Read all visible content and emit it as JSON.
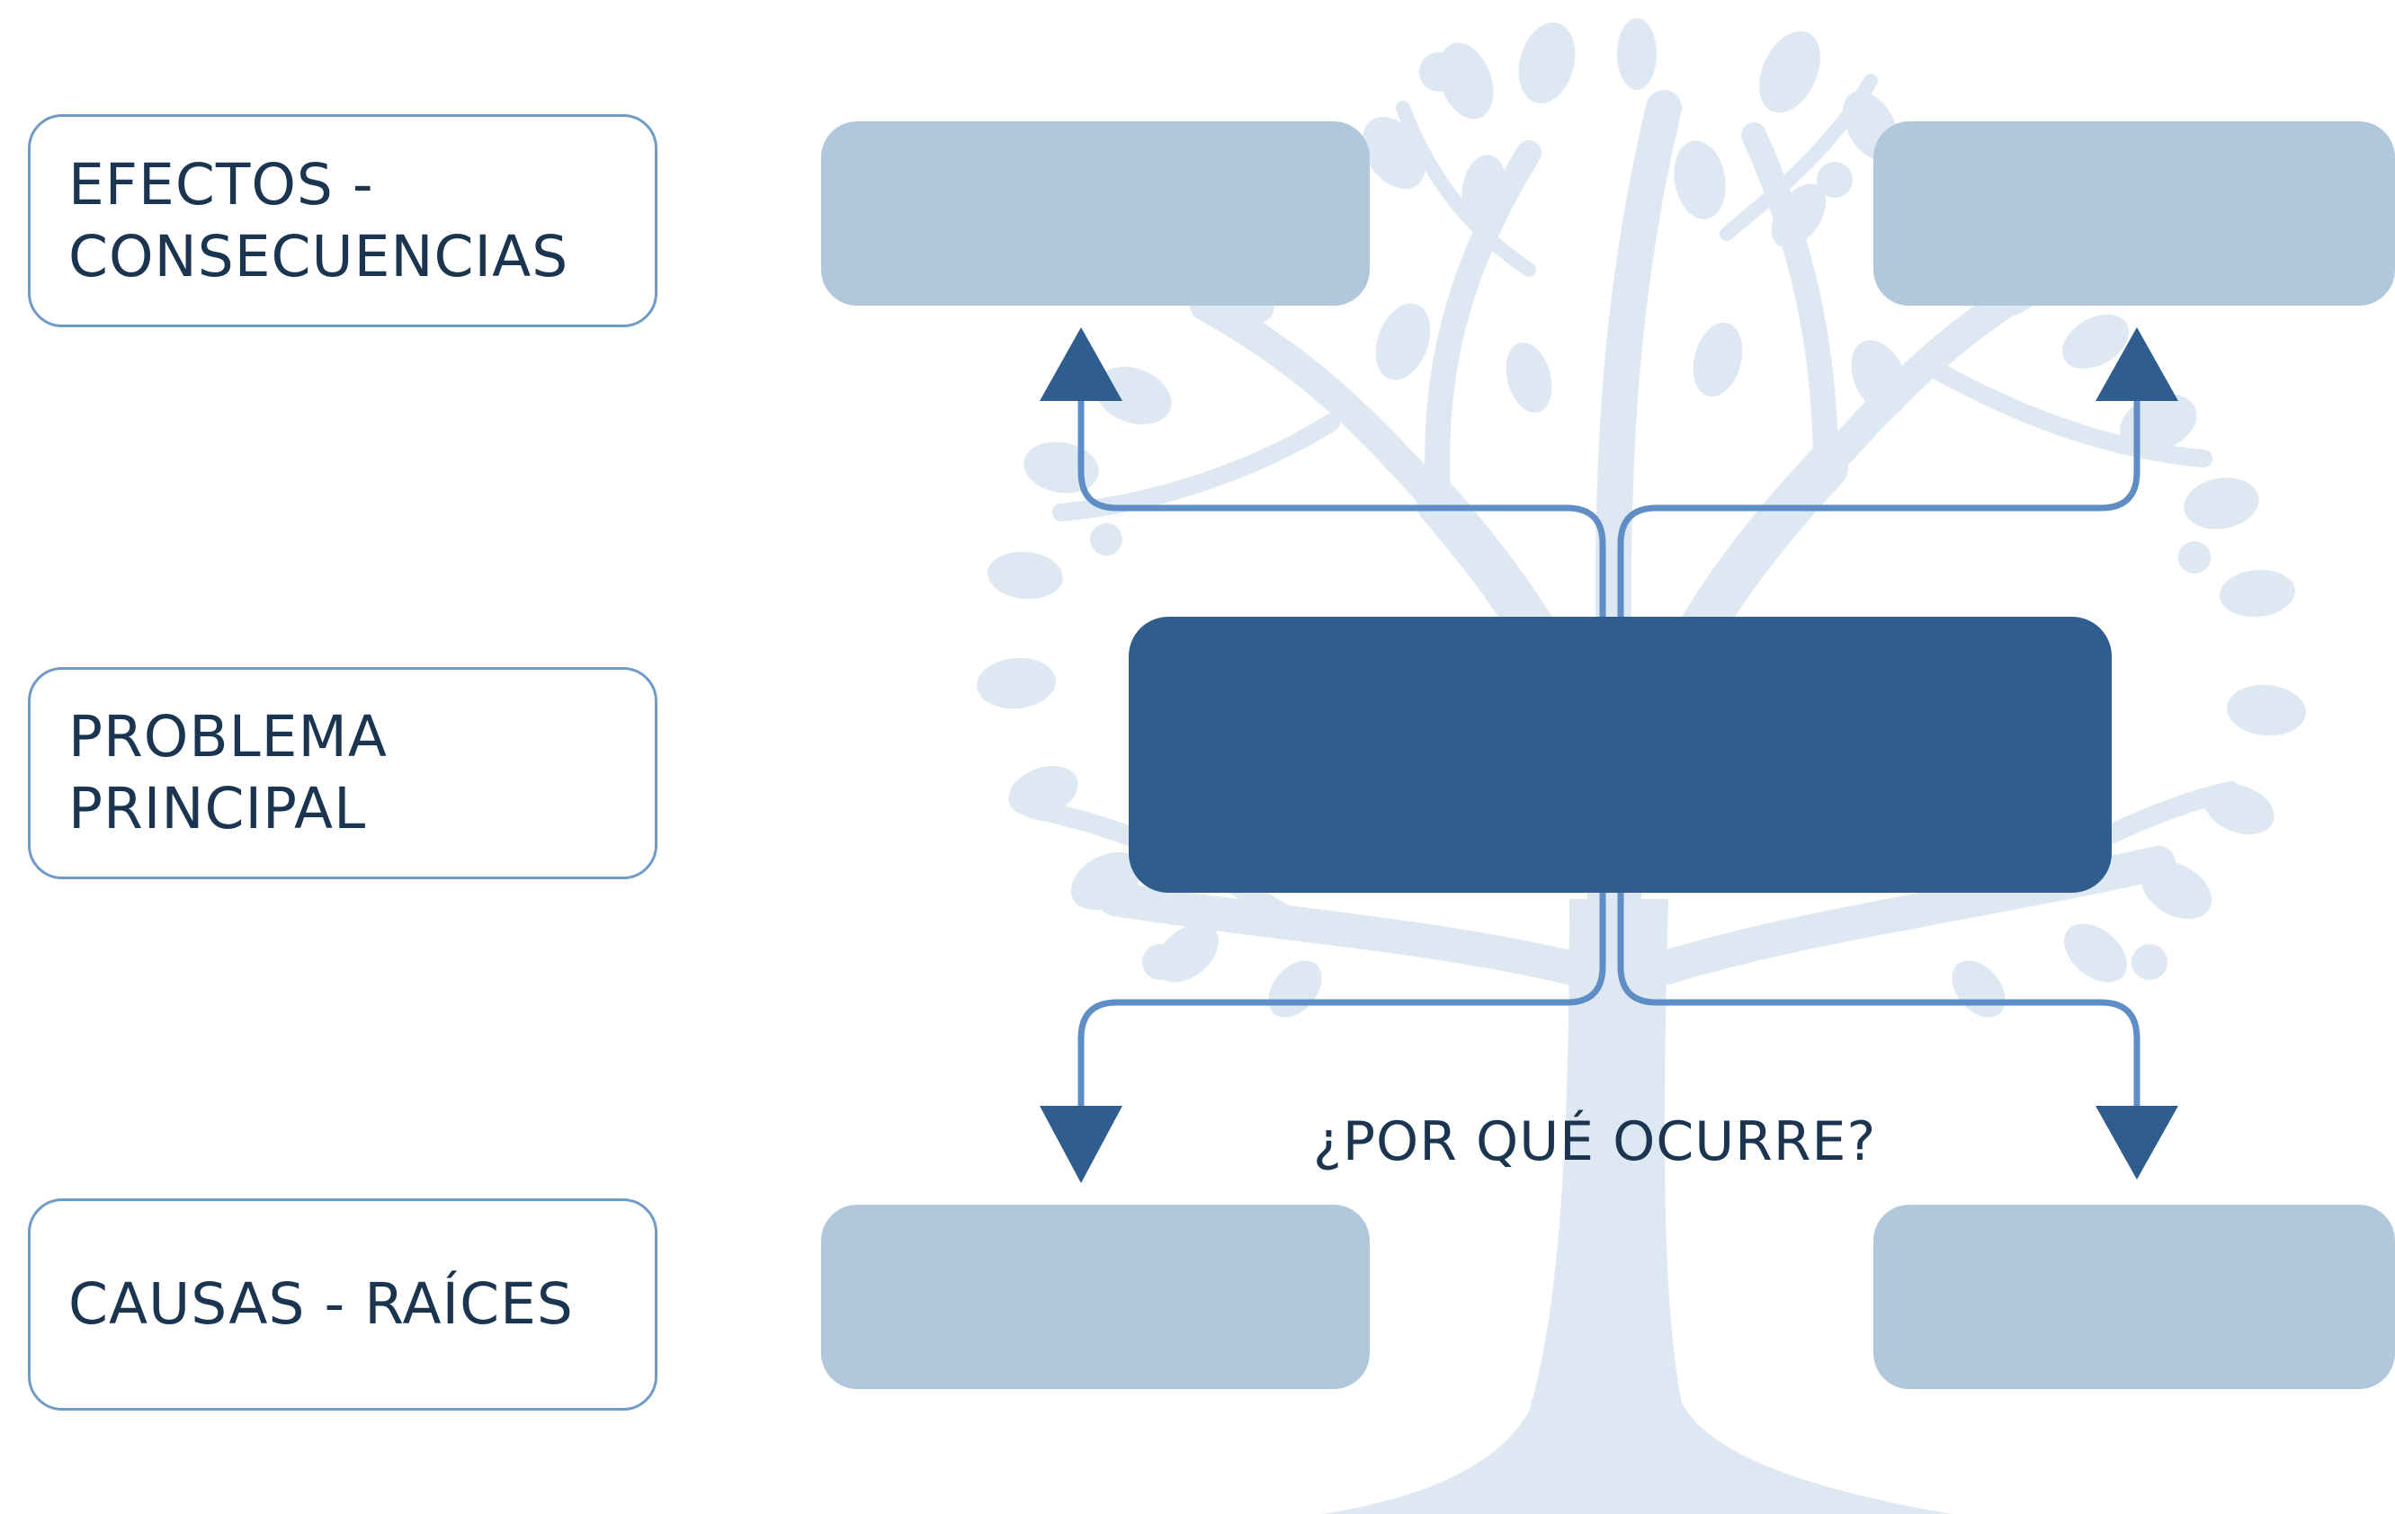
{
  "labels": {
    "effects": {
      "line1": "EFECTOS -",
      "line2": "CONSECUENCIAS"
    },
    "problem": {
      "line1": "PROBLEMA",
      "line2": "PRINCIPAL"
    },
    "causes": {
      "line1": "CAUSAS - RAÍCES"
    }
  },
  "question": "¿POR QUÉ OCURRE?",
  "colors": {
    "tree": "#dde8f2",
    "light_box": "#b1c7dc",
    "main_box": "#2e5d8e",
    "connector": "#5e8ec5",
    "arrowhead": "#2e5d8e",
    "label_border": "#6f9bc9",
    "text": "#1b3550"
  }
}
